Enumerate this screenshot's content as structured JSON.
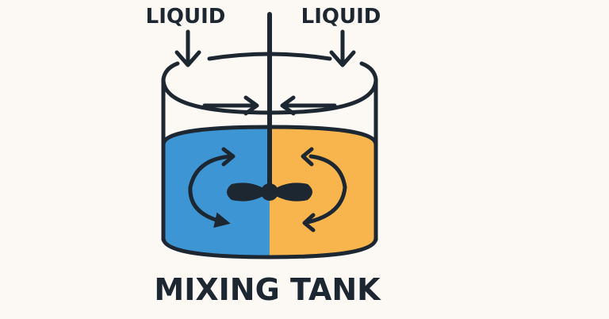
{
  "diagram": {
    "title": "MIXING TANK",
    "inlets": [
      {
        "label": "LIQUID"
      },
      {
        "label": "LIQUID"
      }
    ],
    "colors": {
      "background": "#fcf8f3",
      "outline": "#1d2732",
      "liquid_left": "#3d95d3",
      "liquid_right": "#f8b54e"
    }
  }
}
